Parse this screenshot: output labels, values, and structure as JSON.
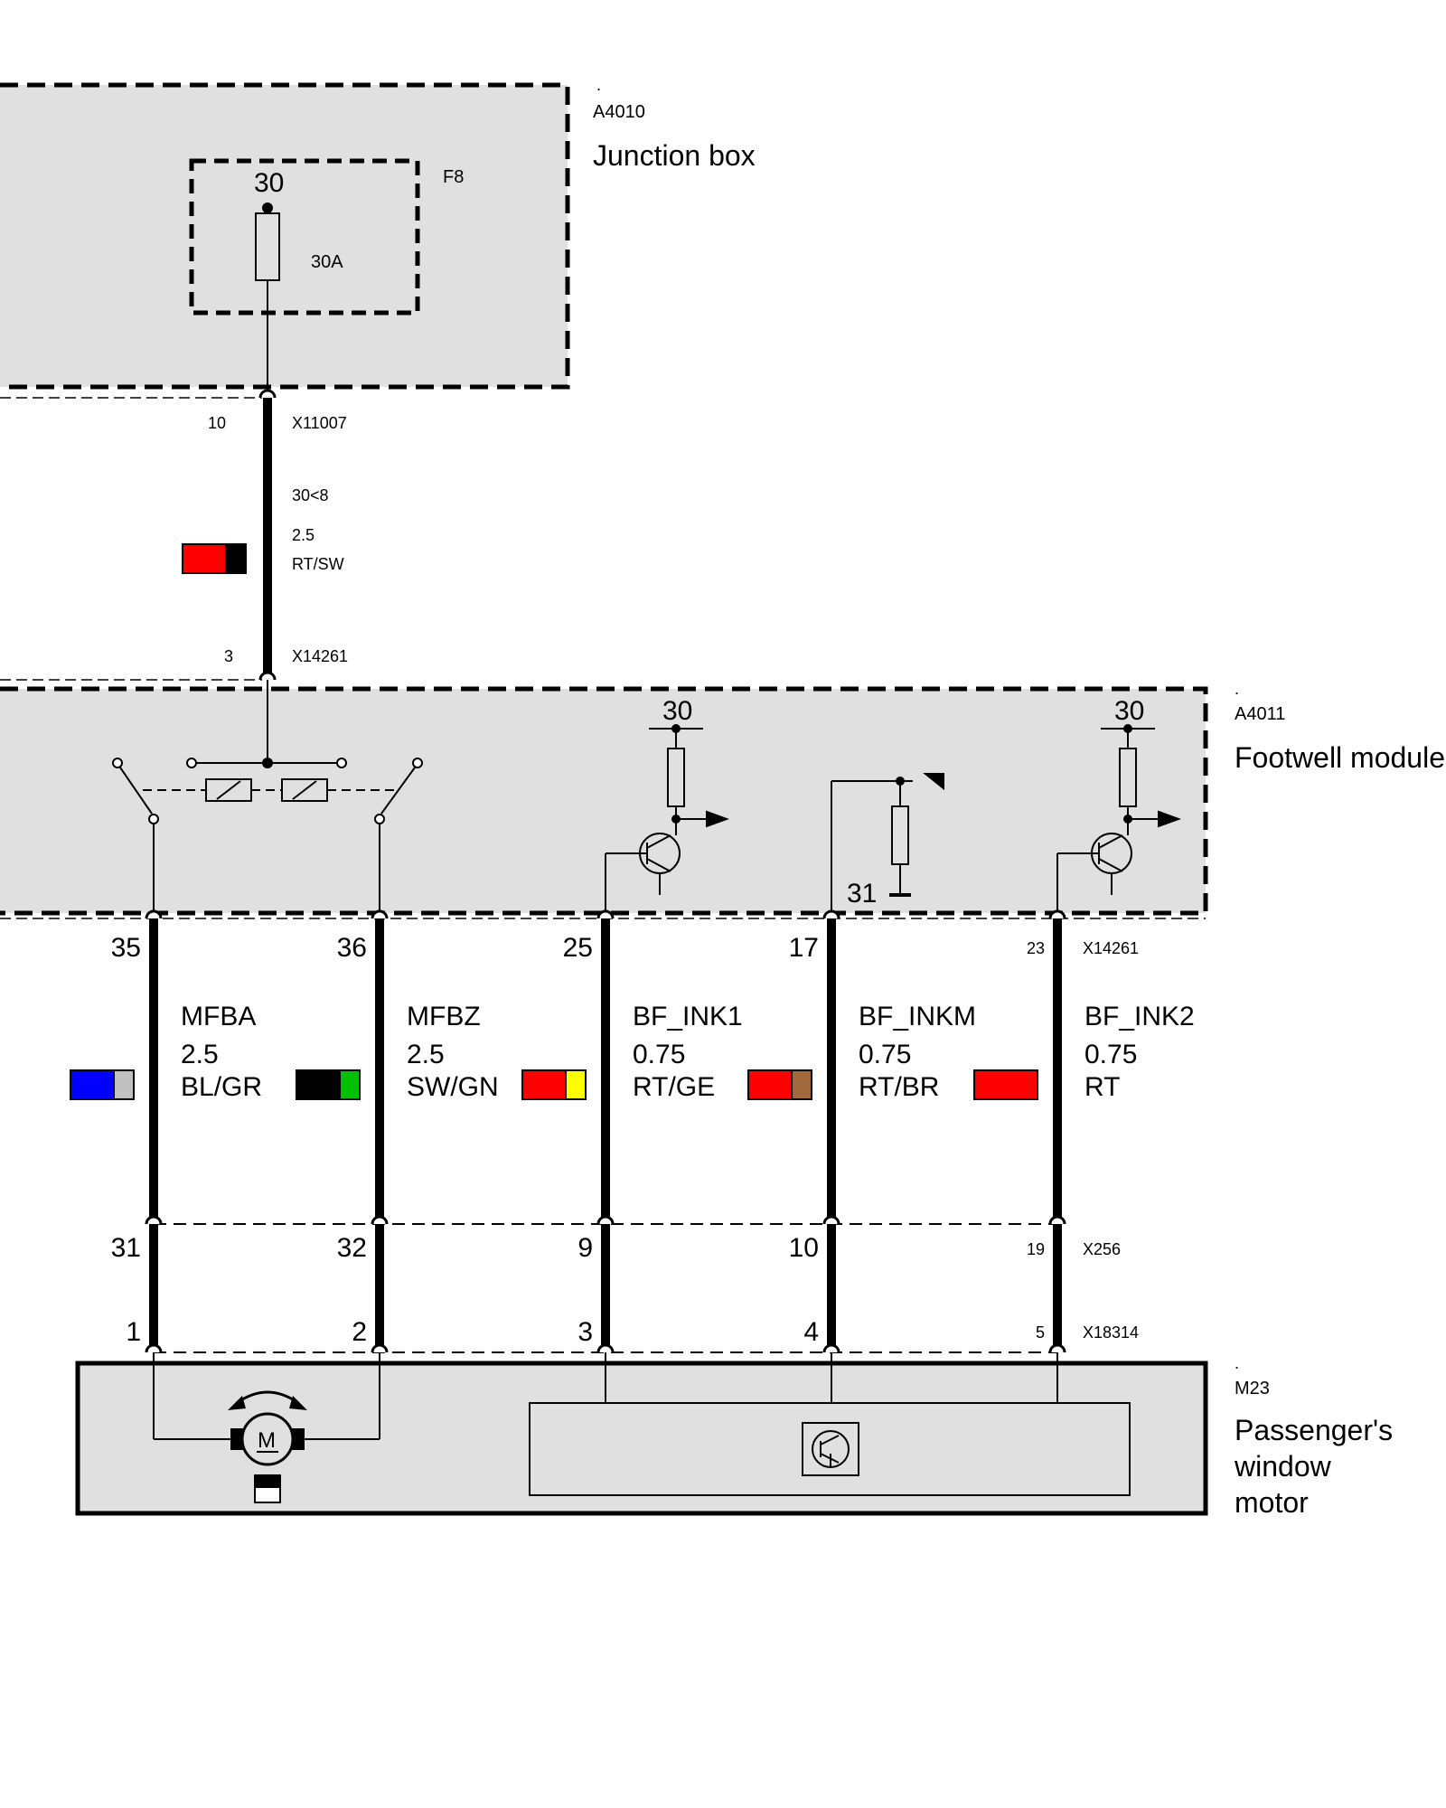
{
  "junction_box": {
    "dot": ".",
    "ref": "A4010",
    "title": "Junction box",
    "fuse_ref": "F8",
    "terminal": "30",
    "rating": "30A"
  },
  "upper_wire": {
    "pin_top": "10",
    "connector_top": "X11007",
    "signal": "30<8",
    "gauge": "2.5",
    "color_code": "RT/SW",
    "colors": [
      "#ff0000",
      "#000000"
    ],
    "pin_bottom": "3",
    "connector_bottom": "X14261"
  },
  "footwell_module": {
    "dot": ".",
    "ref": "A4011",
    "title": "Footwell module",
    "terminal_a": "30",
    "terminal_b": "30",
    "ground": "31"
  },
  "top_connector": "X14261",
  "mid_connector": "X256",
  "bottom_connector": "X18314",
  "wires": [
    {
      "top_pin": "35",
      "name": "MFBA",
      "gauge": "2.5",
      "code": "BL/GR",
      "colors": [
        "#0000ff",
        "#c0c0c0"
      ],
      "mid_pin": "31",
      "bottom_pin": "1"
    },
    {
      "top_pin": "36",
      "name": "MFBZ",
      "gauge": "2.5",
      "code": "SW/GN",
      "colors": [
        "#000000",
        "#00c000"
      ],
      "mid_pin": "32",
      "bottom_pin": "2"
    },
    {
      "top_pin": "25",
      "name": "BF_INK1",
      "gauge": "0.75",
      "code": "RT/GE",
      "colors": [
        "#ff0000",
        "#ffff00"
      ],
      "mid_pin": "9",
      "bottom_pin": "3"
    },
    {
      "top_pin": "17",
      "name": "BF_INKM",
      "gauge": "0.75",
      "code": "RT/BR",
      "colors": [
        "#ff0000",
        "#a0683c"
      ],
      "mid_pin": "10",
      "bottom_pin": "4"
    },
    {
      "top_pin": "23",
      "name": "BF_INK2",
      "gauge": "0.75",
      "code": "RT",
      "colors": [
        "#ff0000"
      ],
      "mid_pin": "19",
      "bottom_pin": "5"
    }
  ],
  "motor": {
    "dot": ".",
    "ref": "M23",
    "title_line1": "Passenger's",
    "title_line2": "window",
    "title_line3": "motor",
    "symbol": "M"
  }
}
